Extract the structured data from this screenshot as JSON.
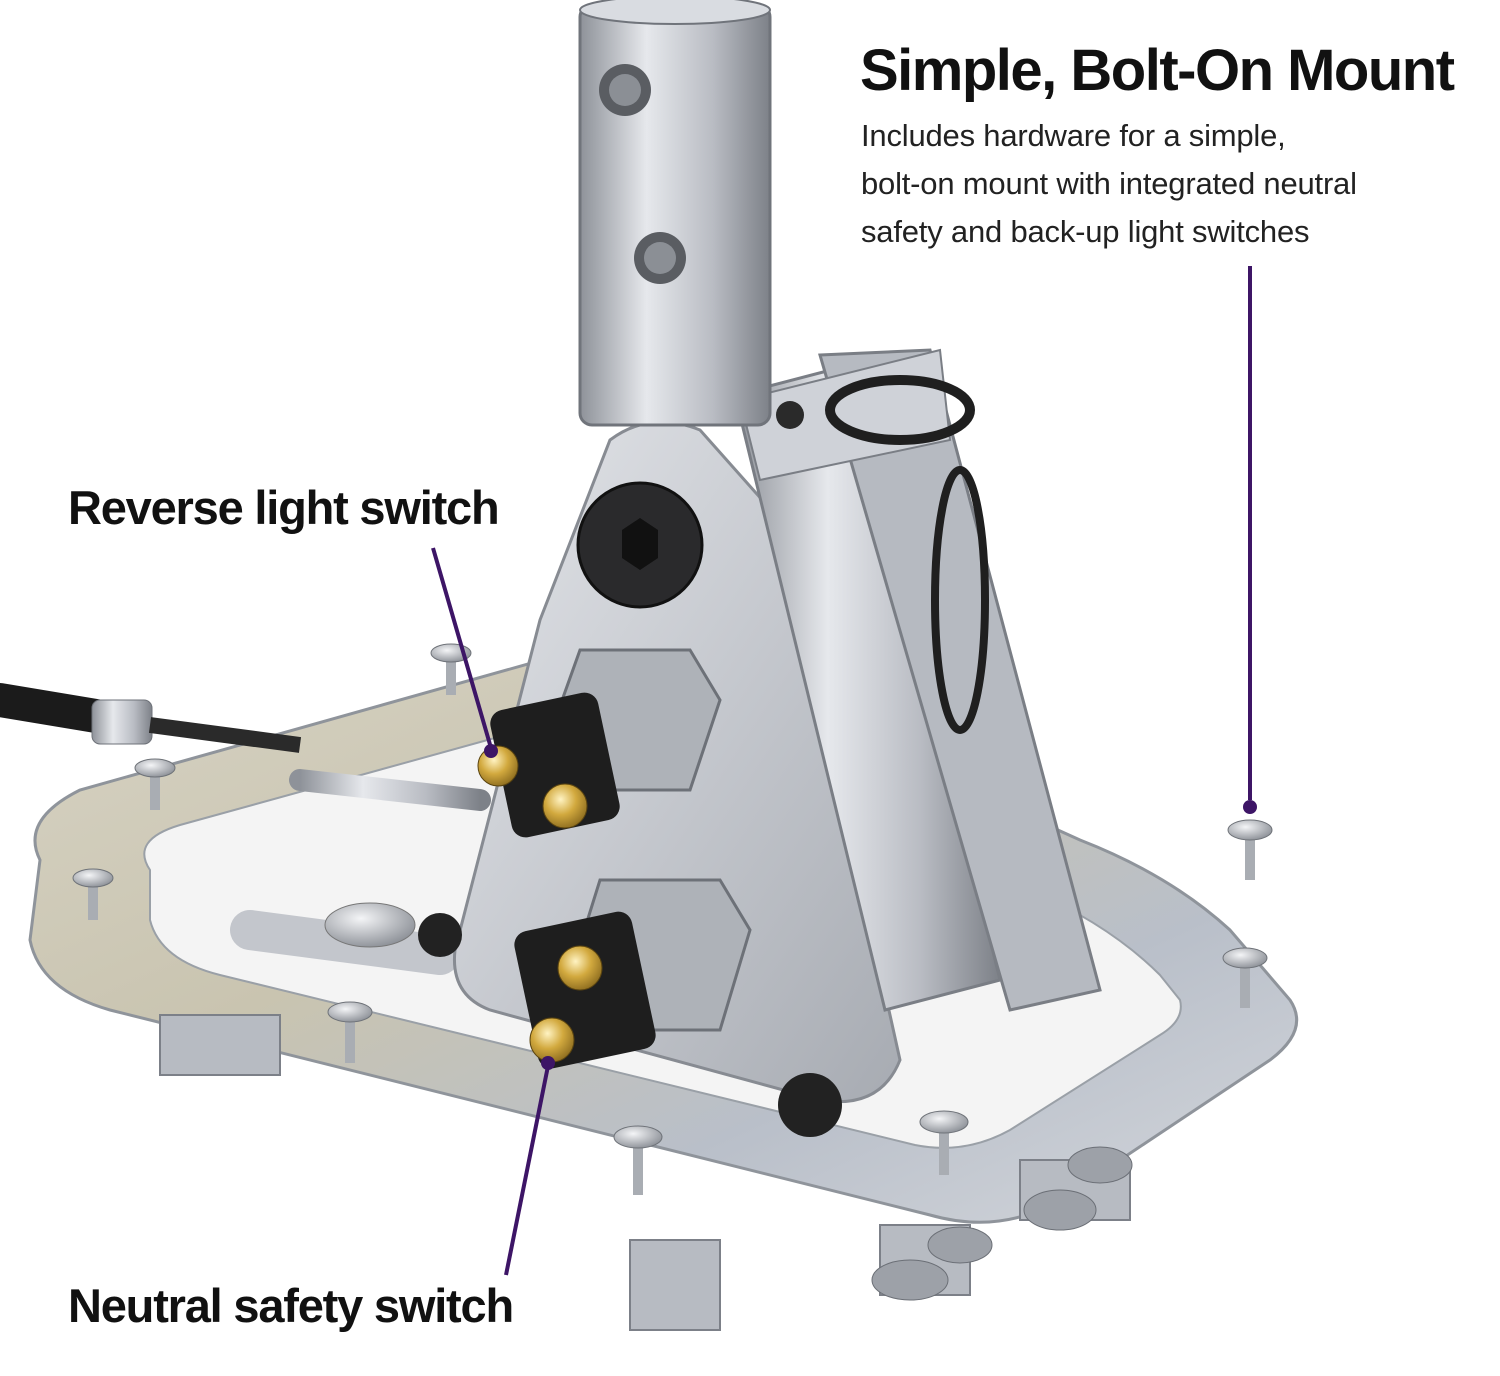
{
  "callouts": {
    "title": "Simple, Bolt-On Mount",
    "description_lines": [
      "Includes hardware for a simple,",
      "bolt-on mount with integrated neutral",
      "safety and back-up light switches"
    ],
    "reverse_label": "Reverse light switch",
    "neutral_label": "Neutral safety switch"
  },
  "colors": {
    "accent": "#3d1566",
    "metal": "#c9ccd2",
    "metal_dark": "#8c9098",
    "brass": "#c9a23c",
    "black_plastic": "#1e1e1e",
    "text": "#111111"
  }
}
